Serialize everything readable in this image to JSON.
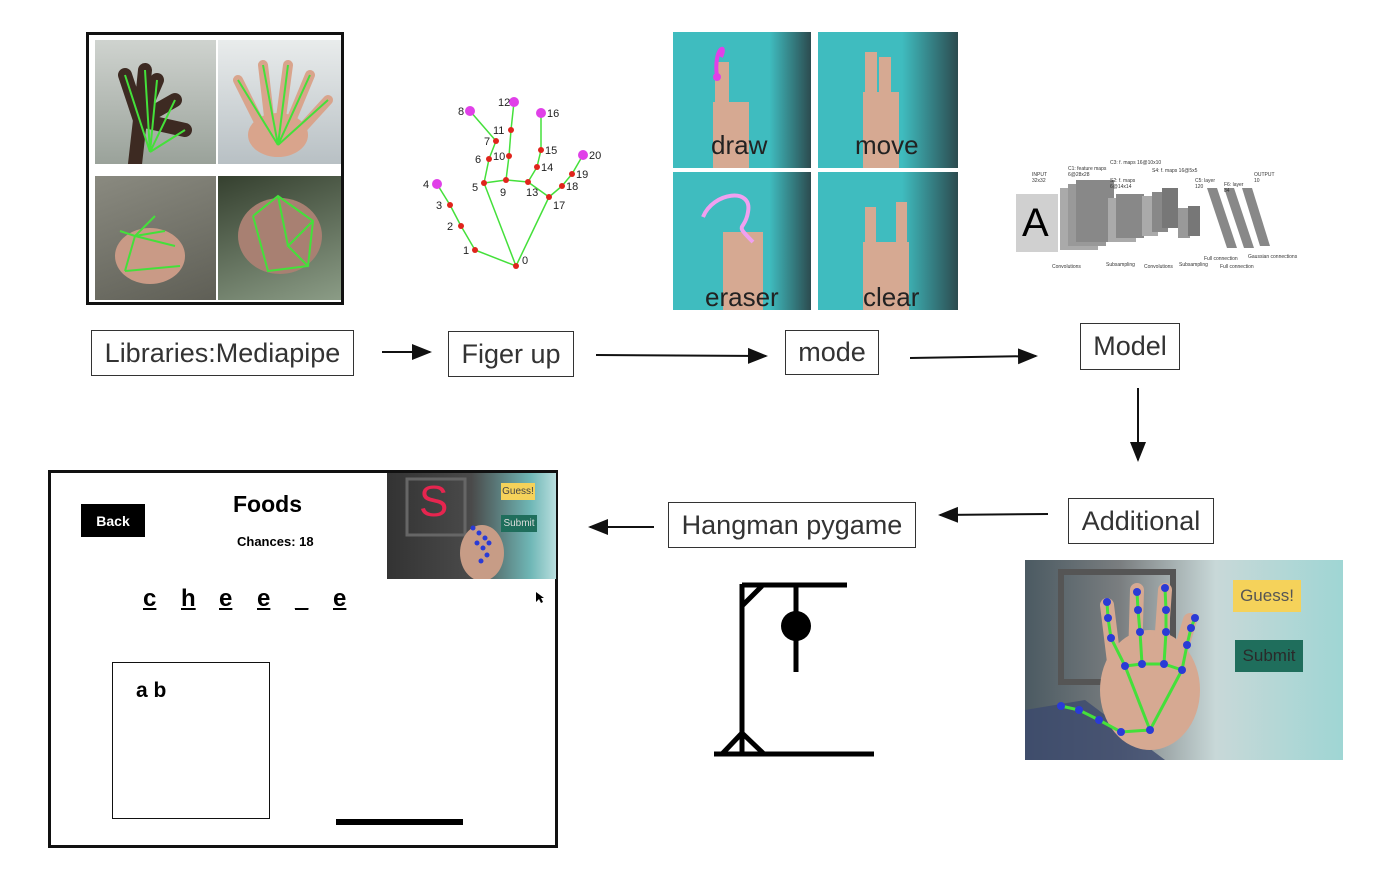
{
  "pipeline": {
    "mediapipe_label": "Libraries:Mediapipe",
    "finger_up_label": "Figer up",
    "mode_label": "mode",
    "model_label": "Model",
    "additional_label": "Additional",
    "hangman_label": "Hangman pygame"
  },
  "modes": [
    "draw",
    "move",
    "eraser",
    "clear"
  ],
  "landmarks": [
    "0",
    "1",
    "2",
    "3",
    "4",
    "5",
    "6",
    "7",
    "8",
    "9",
    "10",
    "11",
    "12",
    "13",
    "14",
    "15",
    "16",
    "17",
    "18",
    "19",
    "20"
  ],
  "cnn": {
    "input": "INPUT\n32x32",
    "c1": "C1: feature maps\n6@28x28",
    "s2": "S2: f. maps\n6@14x14",
    "c3": "C3: f. maps 16@10x10",
    "s4": "S4: f. maps 16@5x5",
    "c5": "C5: layer\n120",
    "f6": "F6: layer\n84",
    "output": "OUTPUT\n10",
    "convolutions": "Convolutions",
    "subsampling": "Subsampling",
    "convolutions2": "Convolutions",
    "subsampling2": "Subsampling",
    "full_connection": "Full connection",
    "full_connection2": "Full connection",
    "gaussian": "Gaussian connections",
    "glyph": "A"
  },
  "game": {
    "back_label": "Back",
    "title": "Foods",
    "chances": "Chances: 18",
    "letters": [
      "c",
      "h",
      "e",
      "e",
      "_",
      "e"
    ],
    "guessed": "a b",
    "guess_button": "Guess!",
    "submit_button": "Submit",
    "cam_letter": "S"
  },
  "additional_cam": {
    "guess_button": "Guess!",
    "submit_button": "Submit"
  },
  "colors": {
    "skeleton_green": "#44e03a",
    "joint_red": "#e0241c",
    "tip_magenta": "#e040e8",
    "teal_wall": "#3fbcbf",
    "guess_yellow": "#f5d25a",
    "submit_teal": "#1f6e5c"
  }
}
